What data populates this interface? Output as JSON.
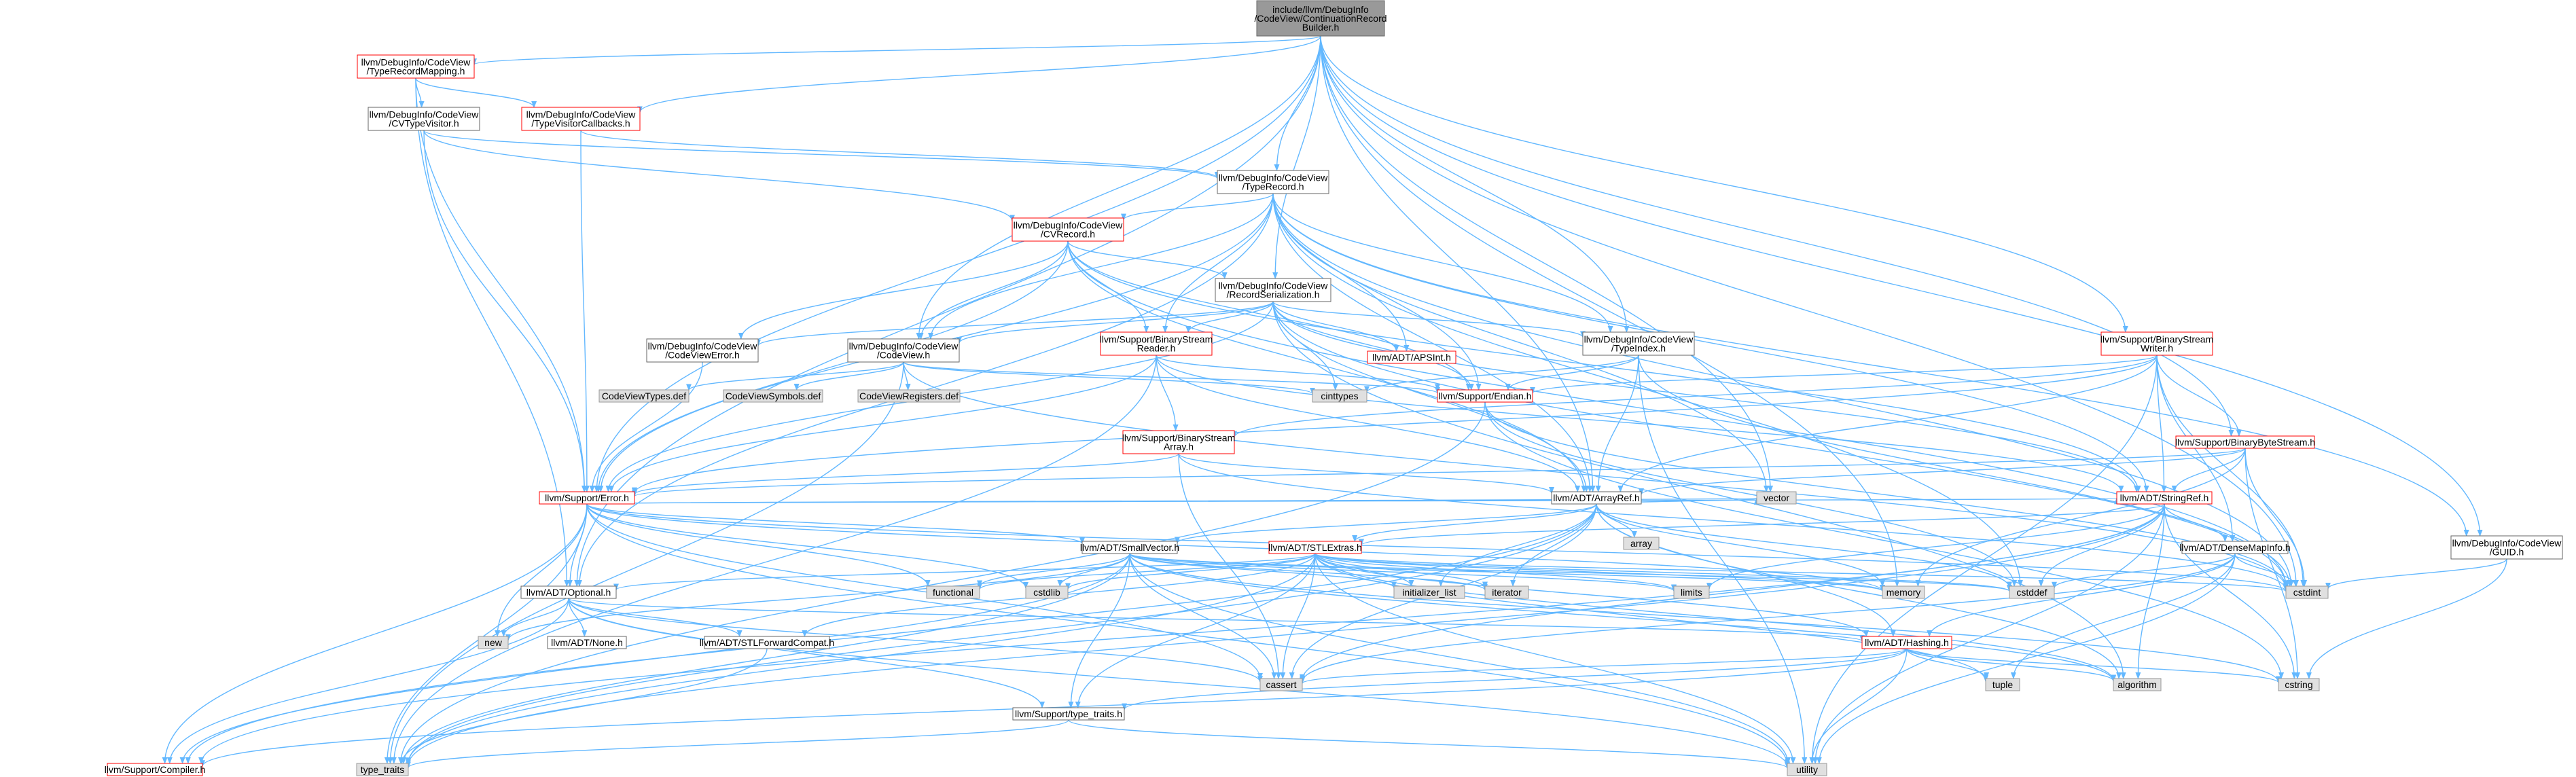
{
  "colors": {
    "root_fill": "#999999",
    "node_fill": "#ffffff",
    "std_fill": "#e0e0e0",
    "normal_border": "#666666",
    "truncated_border": "#ff0000",
    "edge": "#63b8ff",
    "text": "#000000"
  },
  "nodes": [
    {
      "id": "root",
      "kind": "root",
      "lines": [
        "include/llvm/DebugInfo",
        "/CodeView/ContinuationRecord",
        "Builder.h"
      ]
    },
    {
      "id": "trm",
      "kind": "trunc",
      "lines": [
        "llvm/DebugInfo/CodeView",
        "/TypeRecordMapping.h"
      ]
    },
    {
      "id": "cvtv",
      "kind": "normal",
      "lines": [
        "llvm/DebugInfo/CodeView",
        "/CVTypeVisitor.h"
      ]
    },
    {
      "id": "tvc",
      "kind": "trunc",
      "lines": [
        "llvm/DebugInfo/CodeView",
        "/TypeVisitorCallbacks.h"
      ]
    },
    {
      "id": "tr",
      "kind": "normal",
      "lines": [
        "llvm/DebugInfo/CodeView",
        "/TypeRecord.h"
      ]
    },
    {
      "id": "cvr",
      "kind": "trunc",
      "lines": [
        "llvm/DebugInfo/CodeView",
        "/CVRecord.h"
      ]
    },
    {
      "id": "rs",
      "kind": "normal",
      "lines": [
        "llvm/DebugInfo/CodeView",
        "/RecordSerialization.h"
      ]
    },
    {
      "id": "cverr",
      "kind": "normal",
      "lines": [
        "llvm/DebugInfo/CodeView",
        "/CodeViewError.h"
      ]
    },
    {
      "id": "cv",
      "kind": "normal",
      "lines": [
        "llvm/DebugInfo/CodeView",
        "/CodeView.h"
      ]
    },
    {
      "id": "bsr",
      "kind": "trunc",
      "lines": [
        "llvm/Support/BinaryStream",
        "Reader.h"
      ]
    },
    {
      "id": "apsint",
      "kind": "trunc",
      "lines": [
        "llvm/ADT/APSInt.h"
      ]
    },
    {
      "id": "ti",
      "kind": "normal",
      "lines": [
        "llvm/DebugInfo/CodeView",
        "/TypeIndex.h"
      ]
    },
    {
      "id": "bsw",
      "kind": "trunc",
      "lines": [
        "llvm/Support/BinaryStream",
        "Writer.h"
      ]
    },
    {
      "id": "cvtypes",
      "kind": "std",
      "lines": [
        "CodeViewTypes.def"
      ]
    },
    {
      "id": "cvsym",
      "kind": "std",
      "lines": [
        "CodeViewSymbols.def"
      ]
    },
    {
      "id": "cvreg",
      "kind": "std",
      "lines": [
        "CodeViewRegisters.def"
      ]
    },
    {
      "id": "cinttypes",
      "kind": "std",
      "lines": [
        "cinttypes"
      ]
    },
    {
      "id": "endian",
      "kind": "trunc",
      "lines": [
        "llvm/Support/Endian.h"
      ]
    },
    {
      "id": "bsa",
      "kind": "trunc",
      "lines": [
        "llvm/Support/BinaryStream",
        "Array.h"
      ]
    },
    {
      "id": "bbs",
      "kind": "trunc",
      "lines": [
        "llvm/Support/BinaryByteStream.h"
      ]
    },
    {
      "id": "error",
      "kind": "trunc",
      "lines": [
        "llvm/Support/Error.h"
      ]
    },
    {
      "id": "arrayref",
      "kind": "normal",
      "lines": [
        "llvm/ADT/ArrayRef.h"
      ]
    },
    {
      "id": "stringref",
      "kind": "trunc",
      "lines": [
        "llvm/ADT/StringRef.h"
      ]
    },
    {
      "id": "array",
      "kind": "std",
      "lines": [
        "array"
      ]
    },
    {
      "id": "vector",
      "kind": "std",
      "lines": [
        "vector"
      ]
    },
    {
      "id": "stlextras",
      "kind": "trunc",
      "lines": [
        "llvm/ADT/STLExtras.h"
      ]
    },
    {
      "id": "smallvector",
      "kind": "normal",
      "lines": [
        "llvm/ADT/SmallVector.h"
      ]
    },
    {
      "id": "densemapinfo",
      "kind": "normal",
      "lines": [
        "llvm/ADT/DenseMapInfo.h"
      ]
    },
    {
      "id": "guid",
      "kind": "normal",
      "lines": [
        "llvm/DebugInfo/CodeView",
        "/GUID.h"
      ]
    },
    {
      "id": "functional",
      "kind": "std",
      "lines": [
        "functional"
      ]
    },
    {
      "id": "cstdlib",
      "kind": "std",
      "lines": [
        "cstdlib"
      ]
    },
    {
      "id": "initlist",
      "kind": "std",
      "lines": [
        "initializer_list"
      ]
    },
    {
      "id": "iterator",
      "kind": "std",
      "lines": [
        "iterator"
      ]
    },
    {
      "id": "limits",
      "kind": "std",
      "lines": [
        "limits"
      ]
    },
    {
      "id": "memory",
      "kind": "std",
      "lines": [
        "memory"
      ]
    },
    {
      "id": "cstddef",
      "kind": "std",
      "lines": [
        "cstddef"
      ]
    },
    {
      "id": "cstdint",
      "kind": "std",
      "lines": [
        "cstdint"
      ]
    },
    {
      "id": "optional",
      "kind": "normal",
      "lines": [
        "llvm/ADT/Optional.h"
      ]
    },
    {
      "id": "new",
      "kind": "std",
      "lines": [
        "new"
      ]
    },
    {
      "id": "none",
      "kind": "normal",
      "lines": [
        "llvm/ADT/None.h"
      ]
    },
    {
      "id": "stlfwd",
      "kind": "normal",
      "lines": [
        "llvm/ADT/STLForwardCompat.h"
      ]
    },
    {
      "id": "hashing",
      "kind": "trunc",
      "lines": [
        "llvm/ADT/Hashing.h"
      ]
    },
    {
      "id": "tuple",
      "kind": "std",
      "lines": [
        "tuple"
      ]
    },
    {
      "id": "algorithm",
      "kind": "std",
      "lines": [
        "algorithm"
      ]
    },
    {
      "id": "cstring",
      "kind": "std",
      "lines": [
        "cstring"
      ]
    },
    {
      "id": "cassert",
      "kind": "std",
      "lines": [
        "cassert"
      ]
    },
    {
      "id": "typetraits_h",
      "kind": "normal",
      "lines": [
        "llvm/Support/type_traits.h"
      ]
    },
    {
      "id": "compiler",
      "kind": "trunc",
      "lines": [
        "llvm/Support/Compiler.h"
      ]
    },
    {
      "id": "type_traits",
      "kind": "std",
      "lines": [
        "type_traits"
      ]
    },
    {
      "id": "utility",
      "kind": "std",
      "lines": [
        "utility"
      ]
    }
  ],
  "edges": [
    [
      "root",
      "trm"
    ],
    [
      "root",
      "tvc"
    ],
    [
      "root",
      "tr"
    ],
    [
      "root",
      "rs"
    ],
    [
      "root",
      "cv"
    ],
    [
      "root",
      "ti"
    ],
    [
      "root",
      "bsw"
    ],
    [
      "root",
      "bbs"
    ],
    [
      "root",
      "error"
    ],
    [
      "root",
      "arrayref"
    ],
    [
      "root",
      "optional"
    ],
    [
      "root",
      "vector"
    ],
    [
      "root",
      "memory"
    ],
    [
      "root",
      "cstdint"
    ],
    [
      "root",
      "guid"
    ],
    [
      "trm",
      "cvtv"
    ],
    [
      "trm",
      "tvc"
    ],
    [
      "trm",
      "error"
    ],
    [
      "trm",
      "optional"
    ],
    [
      "cvtv",
      "cvr"
    ],
    [
      "cvtv",
      "error"
    ],
    [
      "cvtv",
      "tr"
    ],
    [
      "tvc",
      "error"
    ],
    [
      "tvc",
      "tr"
    ],
    [
      "tr",
      "cvr"
    ],
    [
      "tr",
      "cv"
    ],
    [
      "tr",
      "ti"
    ],
    [
      "tr",
      "apsint"
    ],
    [
      "tr",
      "endian"
    ],
    [
      "tr",
      "bsr"
    ],
    [
      "tr",
      "arrayref"
    ],
    [
      "tr",
      "stringref"
    ],
    [
      "tr",
      "optional"
    ],
    [
      "tr",
      "guid"
    ],
    [
      "tr",
      "vector"
    ],
    [
      "tr",
      "cstdint"
    ],
    [
      "tr",
      "cstddef"
    ],
    [
      "tr",
      "error"
    ],
    [
      "cvr",
      "rs"
    ],
    [
      "cvr",
      "cverr"
    ],
    [
      "cvr",
      "cv"
    ],
    [
      "cvr",
      "bsr"
    ],
    [
      "cvr",
      "endian"
    ],
    [
      "cvr",
      "error"
    ],
    [
      "cvr",
      "stringref"
    ],
    [
      "cvr",
      "arrayref"
    ],
    [
      "cvr",
      "cstdint"
    ],
    [
      "rs",
      "cverr"
    ],
    [
      "rs",
      "cv"
    ],
    [
      "rs",
      "bsr"
    ],
    [
      "rs",
      "apsint"
    ],
    [
      "rs",
      "endian"
    ],
    [
      "rs",
      "stringref"
    ],
    [
      "rs",
      "arrayref"
    ],
    [
      "rs",
      "error"
    ],
    [
      "rs",
      "cinttypes"
    ],
    [
      "rs",
      "ti"
    ],
    [
      "rs",
      "cstdint"
    ],
    [
      "rs",
      "algorithm"
    ],
    [
      "cverr",
      "error"
    ],
    [
      "cv",
      "cvtypes"
    ],
    [
      "cv",
      "cvsym"
    ],
    [
      "cv",
      "cvreg"
    ],
    [
      "cv",
      "endian"
    ],
    [
      "cv",
      "cinttypes"
    ],
    [
      "cv",
      "type_traits"
    ],
    [
      "cv",
      "cstdint"
    ],
    [
      "bsr",
      "bsa"
    ],
    [
      "bsr",
      "error"
    ],
    [
      "bsr",
      "arrayref"
    ],
    [
      "bsr",
      "endian"
    ],
    [
      "bsr",
      "stringref"
    ],
    [
      "bsr",
      "type_traits"
    ],
    [
      "ti",
      "endian"
    ],
    [
      "ti",
      "cinttypes"
    ],
    [
      "ti",
      "arrayref"
    ],
    [
      "ti",
      "cstdint"
    ],
    [
      "ti",
      "utility"
    ],
    [
      "bsw",
      "bsa"
    ],
    [
      "bsw",
      "bbs"
    ],
    [
      "bsw",
      "error"
    ],
    [
      "bsw",
      "arrayref"
    ],
    [
      "bsw",
      "stringref"
    ],
    [
      "bsw",
      "endian"
    ],
    [
      "bsw",
      "densemapinfo"
    ],
    [
      "bsw",
      "cstdint"
    ],
    [
      "bsw",
      "utility"
    ],
    [
      "bsa",
      "error"
    ],
    [
      "bsa",
      "arrayref"
    ],
    [
      "bsa",
      "cassert"
    ],
    [
      "bsa",
      "cstdint"
    ],
    [
      "bbs",
      "error"
    ],
    [
      "bbs",
      "arrayref"
    ],
    [
      "bbs",
      "stringref"
    ],
    [
      "bbs",
      "memory"
    ],
    [
      "bbs",
      "cstdint"
    ],
    [
      "bbs",
      "cstring"
    ],
    [
      "endian",
      "cstring"
    ],
    [
      "endian",
      "cstddef"
    ],
    [
      "endian",
      "cstdint"
    ],
    [
      "endian",
      "type_traits"
    ],
    [
      "error",
      "smallvector"
    ],
    [
      "error",
      "stringref"
    ],
    [
      "error",
      "compiler"
    ],
    [
      "error",
      "cassert"
    ],
    [
      "error",
      "cstdint"
    ],
    [
      "error",
      "cstdlib"
    ],
    [
      "error",
      "functional"
    ],
    [
      "error",
      "memory"
    ],
    [
      "error",
      "new"
    ],
    [
      "error",
      "utility"
    ],
    [
      "error",
      "vector"
    ],
    [
      "error",
      "type_traits"
    ],
    [
      "error",
      "optional"
    ],
    [
      "arrayref",
      "hashing"
    ],
    [
      "arrayref",
      "smallvector"
    ],
    [
      "arrayref",
      "stlextras"
    ],
    [
      "arrayref",
      "compiler"
    ],
    [
      "arrayref",
      "algorithm"
    ],
    [
      "arrayref",
      "array"
    ],
    [
      "arrayref",
      "cassert"
    ],
    [
      "arrayref",
      "cstddef"
    ],
    [
      "arrayref",
      "initlist"
    ],
    [
      "arrayref",
      "iterator"
    ],
    [
      "arrayref",
      "memory"
    ],
    [
      "arrayref",
      "type_traits"
    ],
    [
      "arrayref",
      "vector"
    ],
    [
      "stringref",
      "densemapinfo"
    ],
    [
      "stringref",
      "stlextras"
    ],
    [
      "stringref",
      "compiler"
    ],
    [
      "stringref",
      "algorithm"
    ],
    [
      "stringref",
      "cassert"
    ],
    [
      "stringref",
      "cstddef"
    ],
    [
      "stringref",
      "cstring"
    ],
    [
      "stringref",
      "limits"
    ],
    [
      "stringref",
      "type_traits"
    ],
    [
      "stringref",
      "utility"
    ],
    [
      "stlextras",
      "optional"
    ],
    [
      "stlextras",
      "stlfwd"
    ],
    [
      "stlextras",
      "hashing"
    ],
    [
      "stlextras",
      "typetraits_h"
    ],
    [
      "stlextras",
      "algorithm"
    ],
    [
      "stlextras",
      "cassert"
    ],
    [
      "stlextras",
      "cstddef"
    ],
    [
      "stlextras",
      "cstdint"
    ],
    [
      "stlextras",
      "cstdlib"
    ],
    [
      "stlextras",
      "functional"
    ],
    [
      "stlextras",
      "initlist"
    ],
    [
      "stlextras",
      "iterator"
    ],
    [
      "stlextras",
      "limits"
    ],
    [
      "stlextras",
      "memory"
    ],
    [
      "stlextras",
      "tuple"
    ],
    [
      "stlextras",
      "type_traits"
    ],
    [
      "stlextras",
      "utility"
    ],
    [
      "smallvector",
      "compiler"
    ],
    [
      "smallvector",
      "typetraits_h"
    ],
    [
      "smallvector",
      "algorithm"
    ],
    [
      "smallvector",
      "cassert"
    ],
    [
      "smallvector",
      "cstddef"
    ],
    [
      "smallvector",
      "cstdlib"
    ],
    [
      "smallvector",
      "cstring"
    ],
    [
      "smallvector",
      "functional"
    ],
    [
      "smallvector",
      "initlist"
    ],
    [
      "smallvector",
      "iterator"
    ],
    [
      "smallvector",
      "limits"
    ],
    [
      "smallvector",
      "memory"
    ],
    [
      "smallvector",
      "new"
    ],
    [
      "smallvector",
      "type_traits"
    ],
    [
      "smallvector",
      "utility"
    ],
    [
      "densemapinfo",
      "hashing"
    ],
    [
      "densemapinfo",
      "cassert"
    ],
    [
      "densemapinfo",
      "cstddef"
    ],
    [
      "densemapinfo",
      "cstdint"
    ],
    [
      "densemapinfo",
      "tuple"
    ],
    [
      "densemapinfo",
      "utility"
    ],
    [
      "guid",
      "cstdint"
    ],
    [
      "guid",
      "cstring"
    ],
    [
      "optional",
      "hashing"
    ],
    [
      "optional",
      "none"
    ],
    [
      "optional",
      "stlfwd"
    ],
    [
      "optional",
      "compiler"
    ],
    [
      "optional",
      "typetraits_h"
    ],
    [
      "optional",
      "cassert"
    ],
    [
      "optional",
      "new"
    ],
    [
      "optional",
      "utility"
    ],
    [
      "stlfwd",
      "type_traits"
    ],
    [
      "hashing",
      "compiler"
    ],
    [
      "hashing",
      "typetraits_h"
    ],
    [
      "hashing",
      "algorithm"
    ],
    [
      "hashing",
      "cassert"
    ],
    [
      "hashing",
      "cstring"
    ],
    [
      "hashing",
      "tuple"
    ],
    [
      "hashing",
      "utility"
    ],
    [
      "typetraits_h",
      "type_traits"
    ],
    [
      "typetraits_h",
      "utility"
    ]
  ]
}
